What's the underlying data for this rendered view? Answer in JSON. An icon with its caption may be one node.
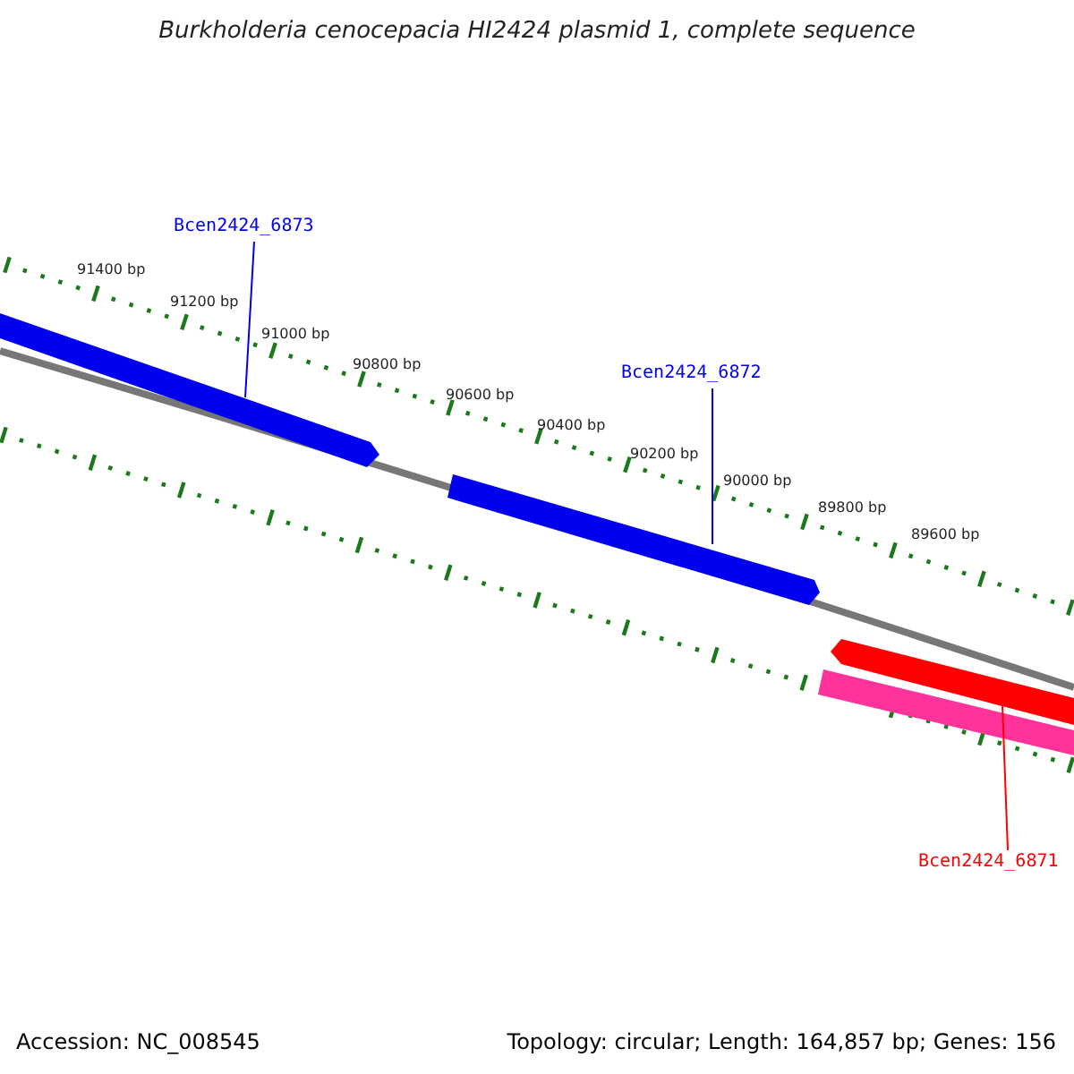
{
  "diagram": {
    "title": "Burkholderia cenocepacia HI2424 plasmid 1, complete sequence",
    "nodes": [
      {
        "text": [
          "Bcen2424_6873"
        ]
      },
      {
        "text": [],
        "shape": "bar"
      },
      {
        "text": [
          "Bcen2424_6872"
        ]
      },
      {
        "text": [],
        "shape": "bar"
      },
      {
        "text": [
          "Bcen2424_6871"
        ]
      },
      {
        "text": [],
        "shape": "bar"
      }
    ],
    "edges": [
      {
        "from": 0,
        "to": 1,
        "arrow": "none"
      },
      {
        "from": 2,
        "to": 3,
        "arrow": "none"
      },
      {
        "from": 4,
        "to": 5,
        "arrow": "none",
        "color": "#ff0000"
      }
    ],
    "labels": [
      "91400 bp",
      "91200 bp",
      "91000 bp",
      "90800 bp",
      "90600 bp",
      "90400 bp",
      "90200 bp",
      "90000 bp",
      "89800 bp",
      "89600 bp",
      "Accession: NC_008545",
      "Topology: circular; Length: 164,857 bp; Genes: 156"
    ]
  }
}
